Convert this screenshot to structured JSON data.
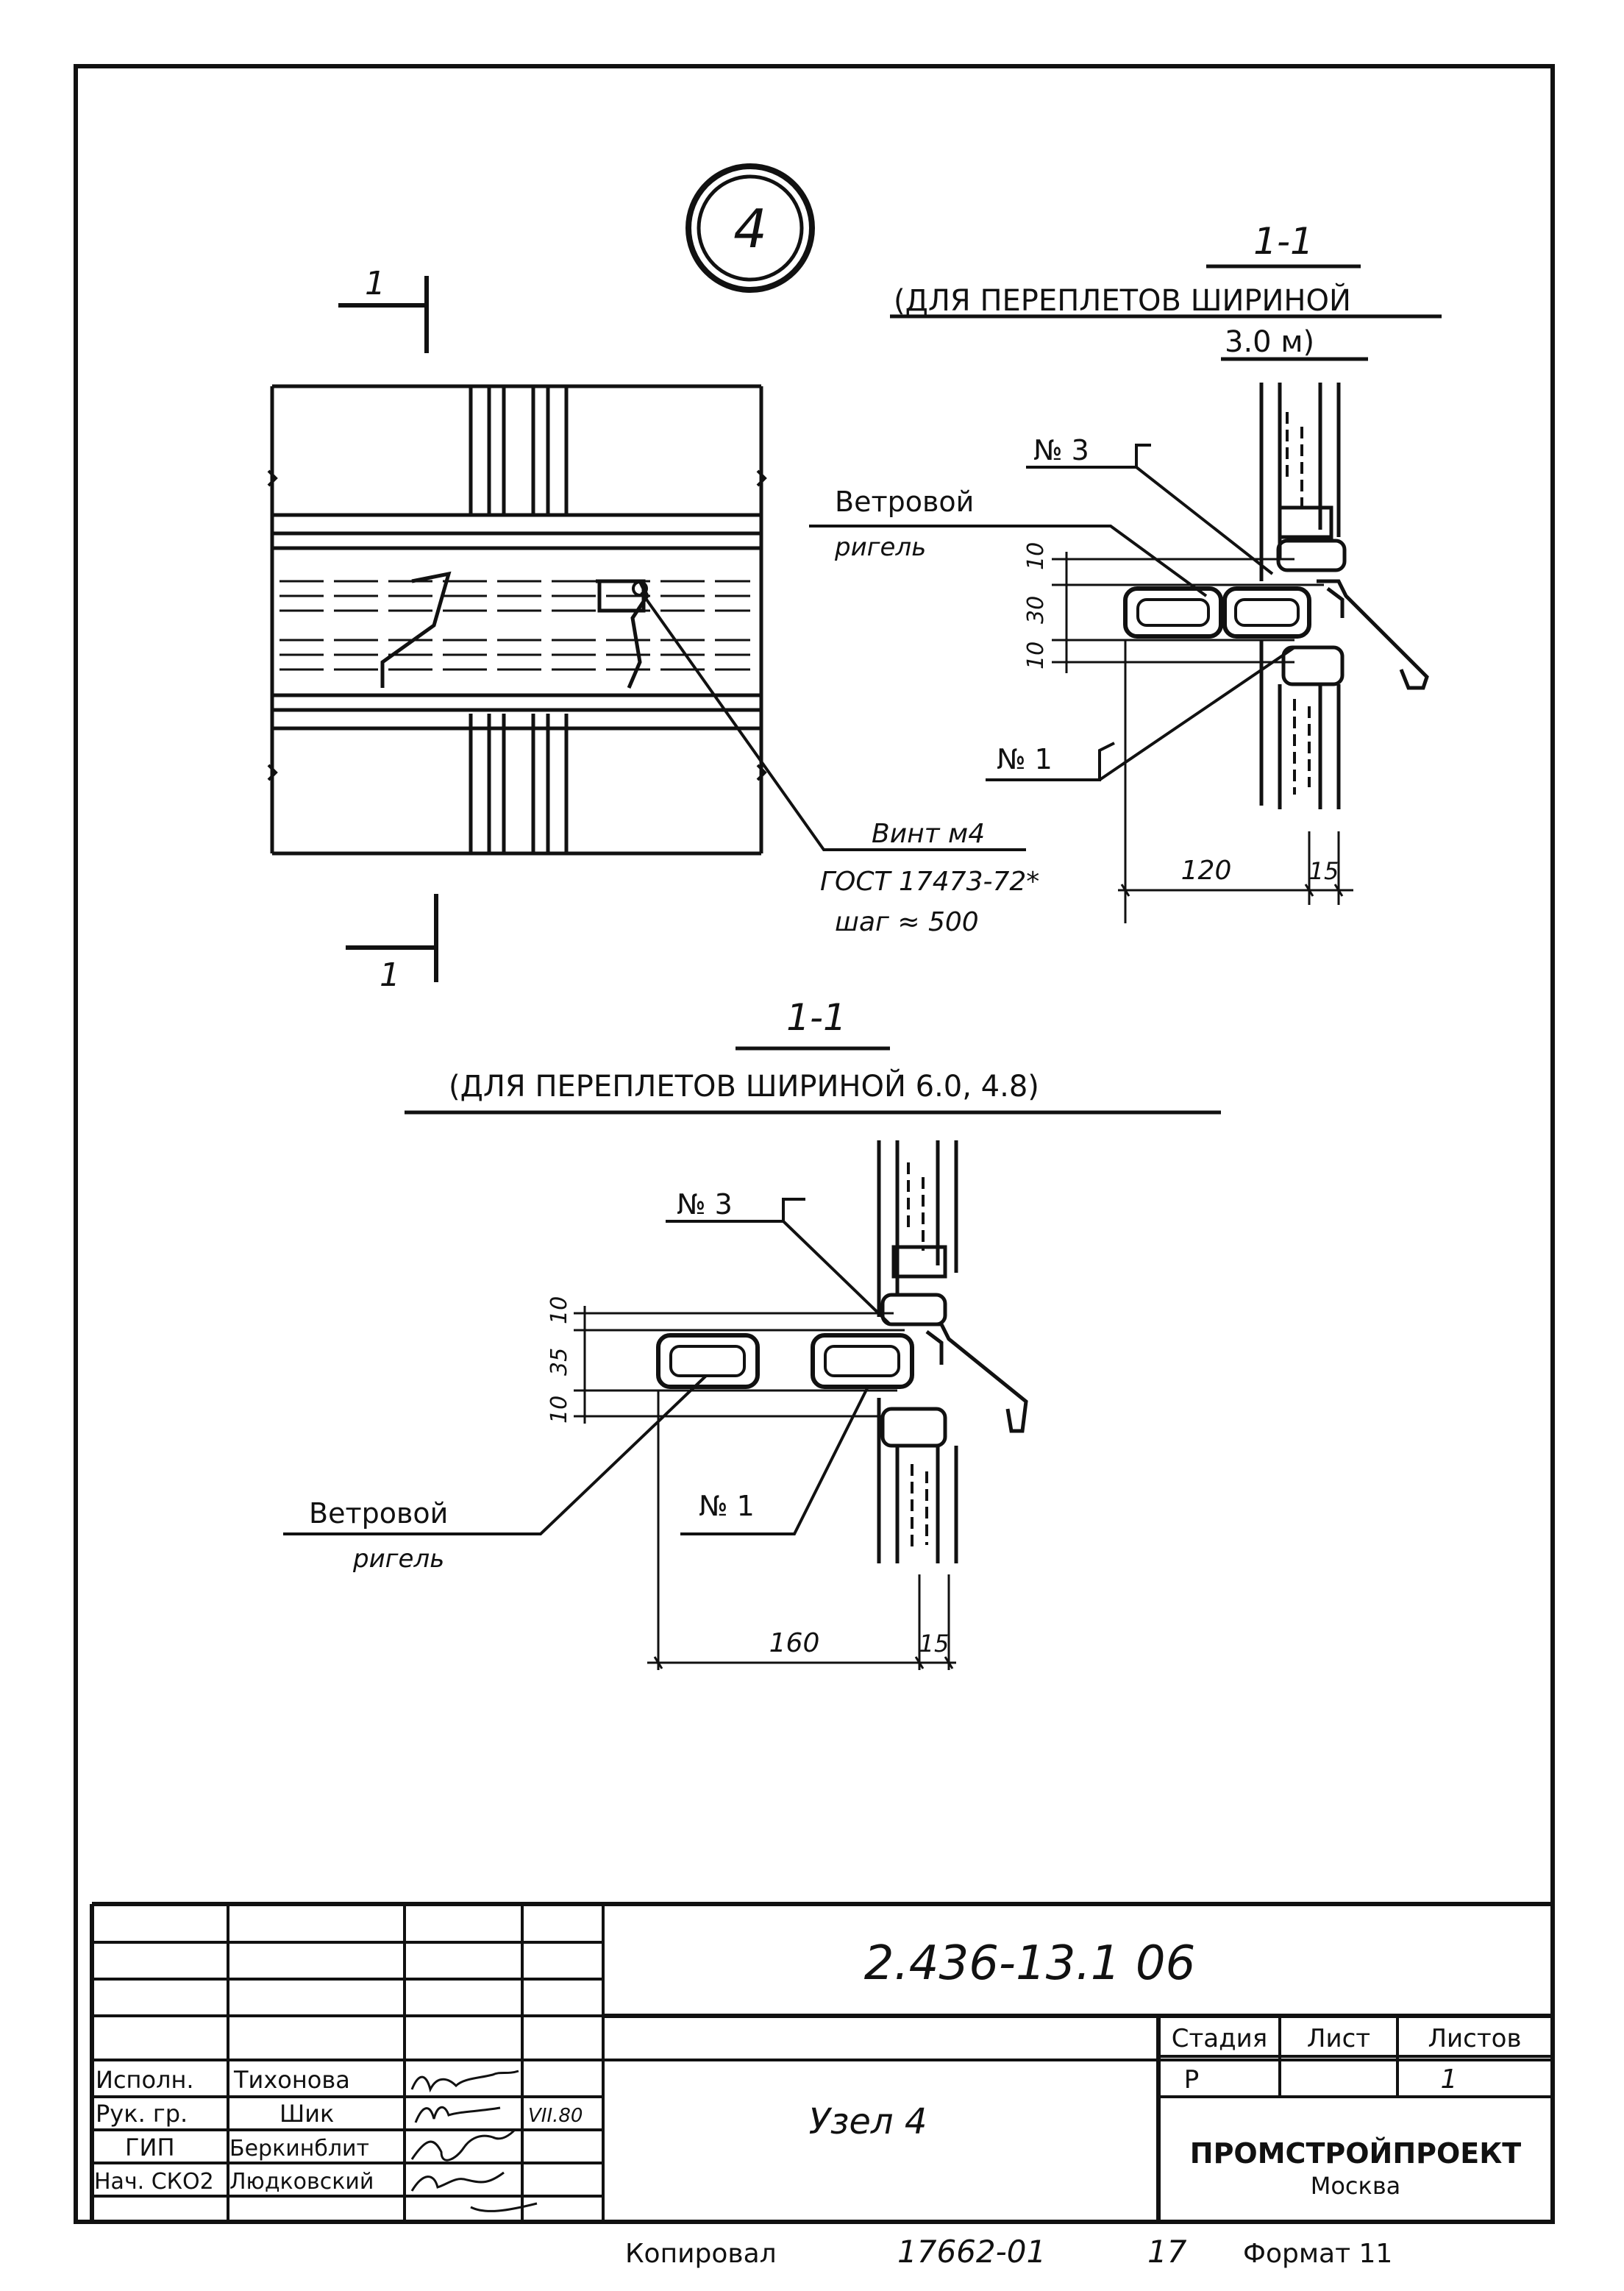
{
  "node_number": "4",
  "section_marks": {
    "top": "1",
    "bottom": "1"
  },
  "upper_section": {
    "title": "1-1",
    "subtitle_line1": "(ДЛЯ ПЕРЕПЛЕТОВ ШИРИНОЙ",
    "subtitle_line2": "3.0 м)",
    "callout_no3": "№ 3",
    "callout_no1": "№ 1",
    "wind_rail_line1": "Ветровой",
    "wind_rail_line2": "ригель",
    "dim_10_top": "10",
    "dim_30": "30",
    "dim_10_bottom": "10",
    "dim_120": "120",
    "dim_15": "15"
  },
  "screw_note": {
    "line1": "Винт м4",
    "line2": "ГОСТ 17473-72*",
    "line3": "шаг ≈ 500"
  },
  "lower_section": {
    "title": "1-1",
    "subtitle": "(ДЛЯ ПЕРЕПЛЕТОВ ШИРИНОЙ 6.0, 4.8)",
    "callout_no3": "№ 3",
    "callout_no1": "№ 1",
    "wind_rail_line1": "Ветровой",
    "wind_rail_line2": "ригель",
    "dim_10_top": "10",
    "dim_35": "35",
    "dim_10_bottom": "10",
    "dim_160": "160",
    "dim_15": "15"
  },
  "title_block": {
    "document_code": "2.436-13.1 06",
    "drawing_name": "Узел 4",
    "stage_header": "Стадия",
    "sheet_header": "Лист",
    "sheets_header": "Листов",
    "stage_value": "Р",
    "sheet_value": "",
    "sheets_value": "1",
    "organization": "ПРОМСТРОЙПРОЕКТ",
    "city": "Москва",
    "staff": [
      {
        "role": "Исполн.",
        "name": "Тихонова",
        "date": ""
      },
      {
        "role": "Рук. гр.",
        "name": "Шик",
        "date": "VII.80"
      },
      {
        "role": "ГИП",
        "name": "Беркинблит",
        "date": ""
      },
      {
        "role": "Нач. СКО2",
        "name": "Людковский",
        "date": ""
      }
    ]
  },
  "footer": {
    "copied_by": "Копировал",
    "number": "17662-01",
    "page": "17",
    "format": "Формат 11"
  },
  "colors": {
    "ink": "#111111",
    "paper": "#ffffff"
  }
}
